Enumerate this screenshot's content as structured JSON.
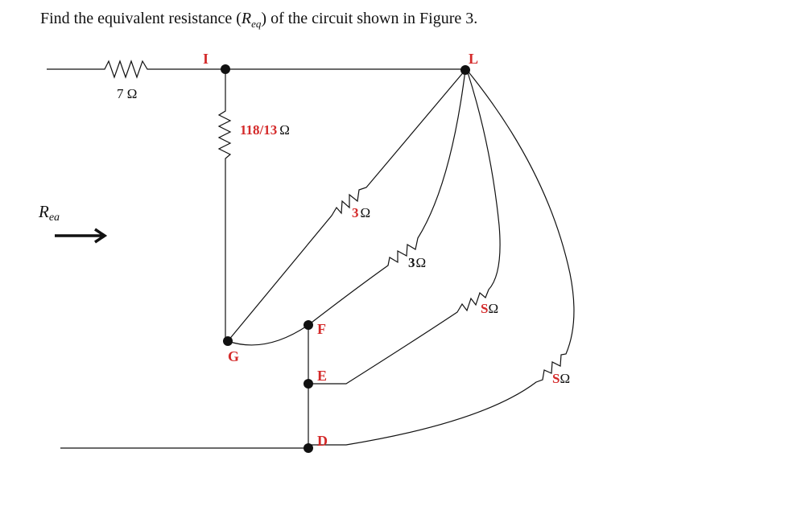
{
  "question": {
    "text_before": "Find the equivalent resistance (",
    "symbol": "R",
    "subscript": "eq",
    "text_after": ") of the circuit shown in Figure 3."
  },
  "figure": {
    "input_label": {
      "symbol": "R",
      "subscript": "ea"
    },
    "nodes": {
      "I": "I",
      "L": "L",
      "G": "G",
      "F": "F",
      "E": "E",
      "D": "D"
    },
    "resistors": {
      "r_series": "7 Ω",
      "r_IG": {
        "value": "118/13",
        "unit": "Ω"
      },
      "r_GL": {
        "value": "3",
        "unit": "Ω"
      },
      "r_FL": {
        "value": "3",
        "unit": "Ω"
      },
      "r_EL": {
        "value": "S",
        "unit": "Ω"
      },
      "r_DL": {
        "value": "S",
        "unit": "Ω"
      }
    }
  }
}
